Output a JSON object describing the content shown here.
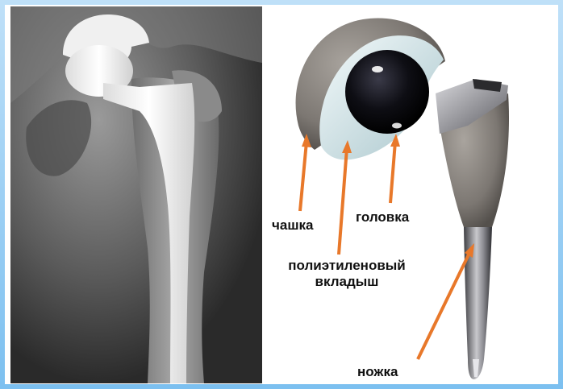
{
  "labels": {
    "cup": "чашка",
    "head": "головка",
    "liner_line1": "полиэтиленовый",
    "liner_line2": "вкладыш",
    "stem": "ножка"
  },
  "colors": {
    "background": "#8ccaf2",
    "arrow": "#e8782a",
    "metal_porous": "#8a8580",
    "ceramic_head": "#0e0e14",
    "poly_liner": "#dfeef2"
  }
}
